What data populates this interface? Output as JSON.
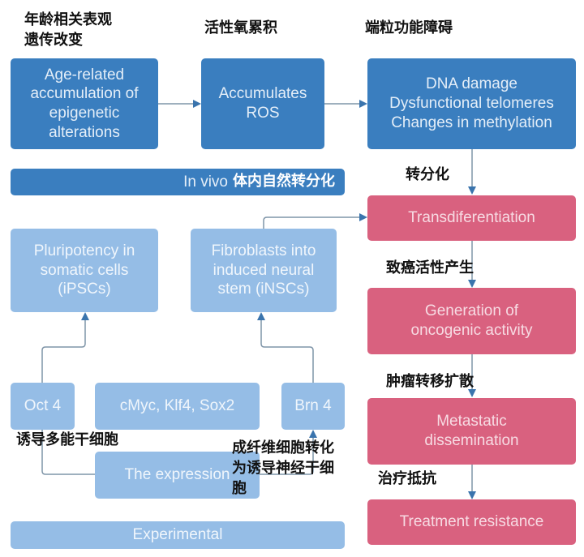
{
  "colors": {
    "dark_blue": "#3a7ebf",
    "pink": "#d9617f",
    "light_blue": "#95bde6",
    "arrow": "#3a74ad",
    "line": "#8a9aa8"
  },
  "annotations": {
    "epigenetic_zh": "年龄相关表观\n遗传改变",
    "ros_zh": "活性氧累积",
    "telomere_zh": "端粒功能障碍",
    "transdiff_zh": "转分化",
    "oncogenic_zh": "致癌活性产生",
    "metastasis_zh": "肿瘤转移扩散",
    "resistance_zh": "治疗抵抗",
    "ipsc_zh": "诱导多能干细胞",
    "insc_zh": "成纤维细胞转化\n为诱导神经干细\n胞"
  },
  "top_row": {
    "age_box": "Age-related\naccumulation of\nepigenetic\nalterations",
    "ros_box": "Accumulates\nROS",
    "dna_box": "DNA damage\nDysfunctional telomeres\nChanges in methylation"
  },
  "in_vivo_bar": {
    "en": "In vivo",
    "zh": "体内自然转分化"
  },
  "cancer_chain": {
    "transdiff": "Transdiferentiation",
    "oncogenic": "Generation of\noncogenic activity",
    "metastatic": "Metastatic\ndissemination",
    "treatment": "Treatment resistance"
  },
  "experimental": {
    "ipsc_box": "Pluripotency in\nsomatic cells\n(iPSCs)",
    "insc_box": "Fibroblasts into\ninduced neural\nstem (iNSCs)",
    "oct4": "Oct 4",
    "cmyc": "cMyc, Klf4, Sox2",
    "brn4": "Brn 4",
    "expression": "The expression",
    "bar_label": "Experimental"
  }
}
